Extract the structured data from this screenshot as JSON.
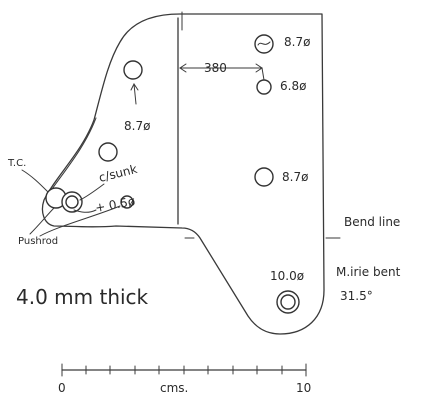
{
  "labels": {
    "dim_380": "380",
    "hole_top": "8.7ø",
    "hole_second": "6.8ø",
    "hole_left": "8.7ø",
    "hole_mid_right": "8.7ø",
    "tc": "T.C.",
    "csunk": "c/sunk",
    "plus_dia": "+ 0.5ø",
    "pushrod": "Pushrod",
    "bend_line": "Bend line",
    "hole_bottom": "10.0ø",
    "mirror_bent": "M.irie bent",
    "bend_angle": "31.5°",
    "thickness": "4.0 mm thick",
    "scale_start": "0",
    "scale_unit": "cms.",
    "scale_end": "10"
  }
}
